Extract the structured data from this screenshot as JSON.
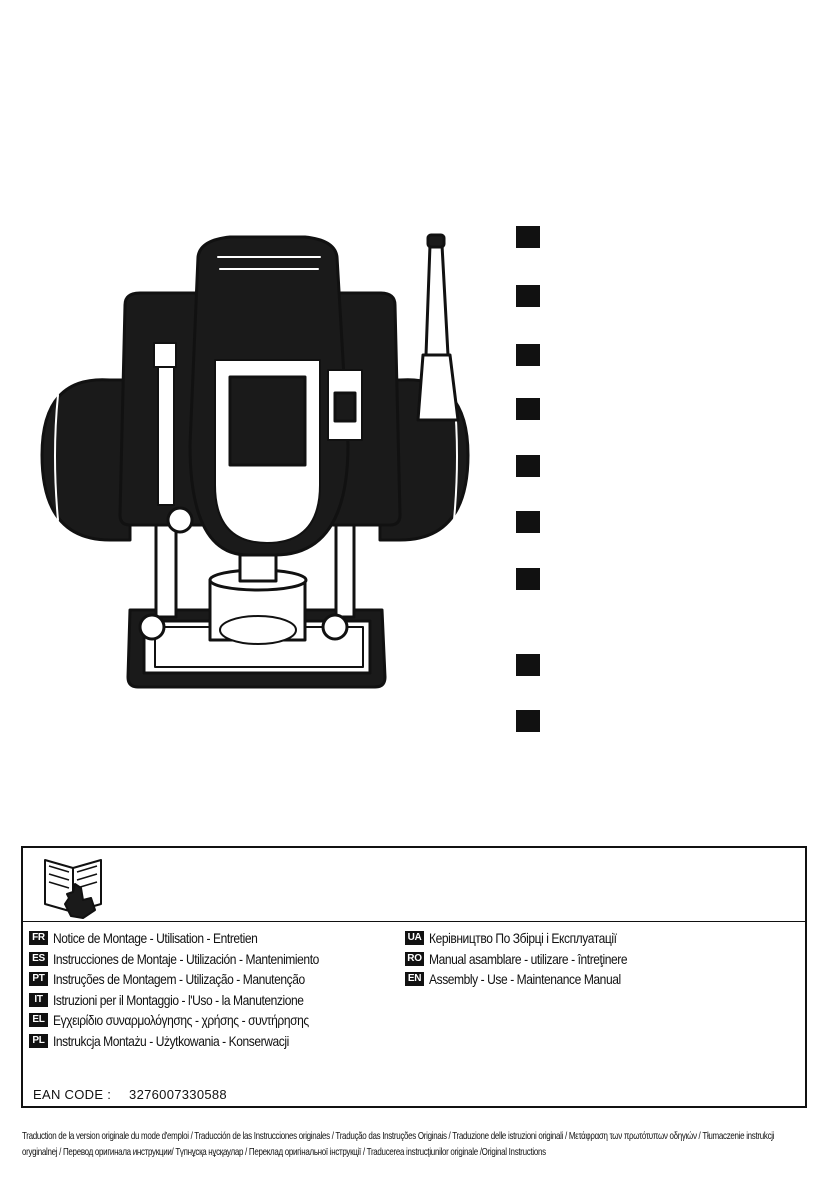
{
  "product_image": {
    "icon": "router-tool-illustration"
  },
  "language_markers": {
    "count": 9
  },
  "manual_panel": {
    "icon": "read-manual-icon",
    "left_column": [
      {
        "code": "FR",
        "title": "Notice de Montage - Utilisation - Entretien"
      },
      {
        "code": "ES",
        "title": "Instrucciones de Montaje - Utilización - Mantenimiento"
      },
      {
        "code": "PT",
        "title": "Instruções de Montagem - Utilização - Manutenção"
      },
      {
        "code": "IT",
        "title": "Istruzioni per il Montaggio - l'Uso - la Manutenzione"
      },
      {
        "code": "EL",
        "title": "Εγχειρίδιο συναρμολόγησης - χρήσης - συντήρησης"
      },
      {
        "code": "PL",
        "title": "Instrukcja Montażu - Użytkowania - Konserwacji"
      }
    ],
    "right_column": [
      {
        "code": "UA",
        "title": "Керівництво По Збірці і Експлуатації"
      },
      {
        "code": "RO",
        "title": "Manual asamblare - utilizare - întreţinere"
      },
      {
        "code": "EN",
        "title": "Assembly - Use - Maintenance Manual"
      }
    ],
    "ean_label": "EAN CODE :",
    "ean_value": "3276007330588"
  },
  "footer": {
    "line1": "Traduction de la version originale du mode d'emploi / Traducción de las Instrucciones originales / Tradução das Instruções Originais / Traduzione delle istruzioni originali / Μετάφραση των πρωτότυπων οδηγιών / Tłumaczenie instrukcji",
    "line2": "oryginalnej / Перевод оригинала инструкции/ Түпнұсқа нұсқаулар / Переклад оригінальної інструкції / Traducerea instrucţiunilor originale /Original Instructions"
  }
}
